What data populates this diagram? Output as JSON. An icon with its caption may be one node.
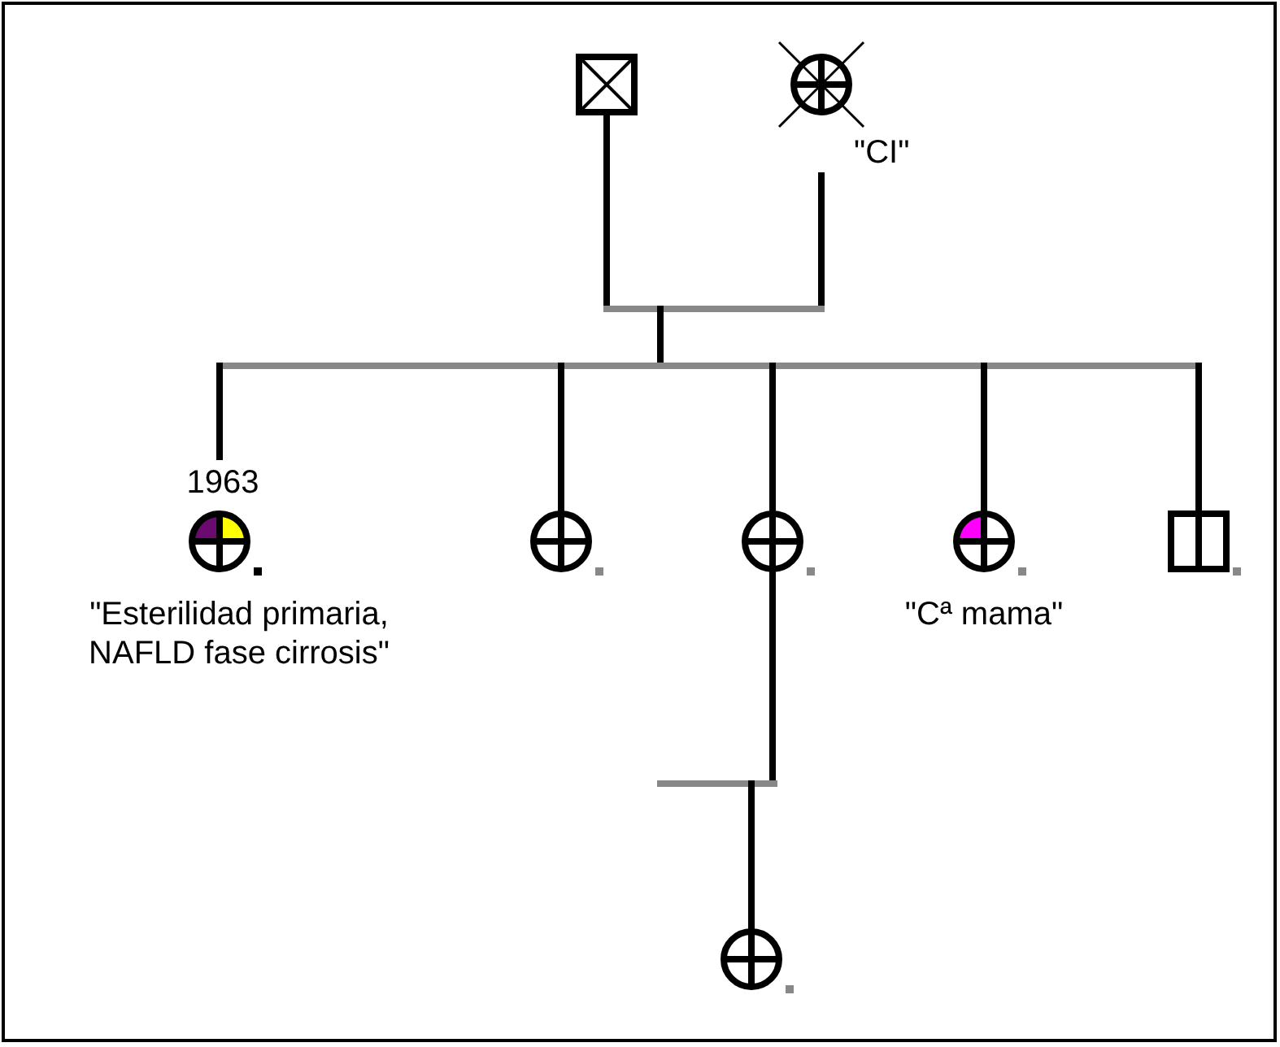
{
  "diagram": {
    "nodes": [
      {
        "text": [],
        "shape": "box"
      },
      {
        "text": [],
        "shape": "circle",
        "beside": [
          "\"CI\""
        ]
      },
      {
        "text": [],
        "shape": "circle",
        "beside": [
          "1963",
          "\"Esterilidad primaria, NAFLD fase cirrosis\""
        ]
      },
      {
        "text": [],
        "shape": "circle"
      },
      {
        "text": [],
        "shape": "circle"
      },
      {
        "text": [],
        "shape": "circle",
        "beside": [
          "\"Cª mama\""
        ]
      },
      {
        "text": [],
        "shape": "box"
      },
      {
        "text": [],
        "shape": "circle"
      }
    ],
    "edges": [
      {
        "from": 0,
        "to": 1,
        "arrow": "none"
      },
      {
        "from": 0,
        "to": 2,
        "arrow": "none"
      },
      {
        "from": 1,
        "to": 2,
        "arrow": "none"
      },
      {
        "from": 0,
        "to": 3,
        "arrow": "none"
      },
      {
        "from": 1,
        "to": 3,
        "arrow": "none"
      },
      {
        "from": 0,
        "to": 4,
        "arrow": "none"
      },
      {
        "from": 1,
        "to": 4,
        "arrow": "none"
      },
      {
        "from": 0,
        "to": 5,
        "arrow": "none"
      },
      {
        "from": 1,
        "to": 5,
        "arrow": "none"
      },
      {
        "from": 0,
        "to": 6,
        "arrow": "none"
      },
      {
        "from": 1,
        "to": 6,
        "arrow": "none"
      },
      {
        "from": 4,
        "to": 7,
        "arrow": "none",
        "color": "#000000"
      }
    ]
  }
}
